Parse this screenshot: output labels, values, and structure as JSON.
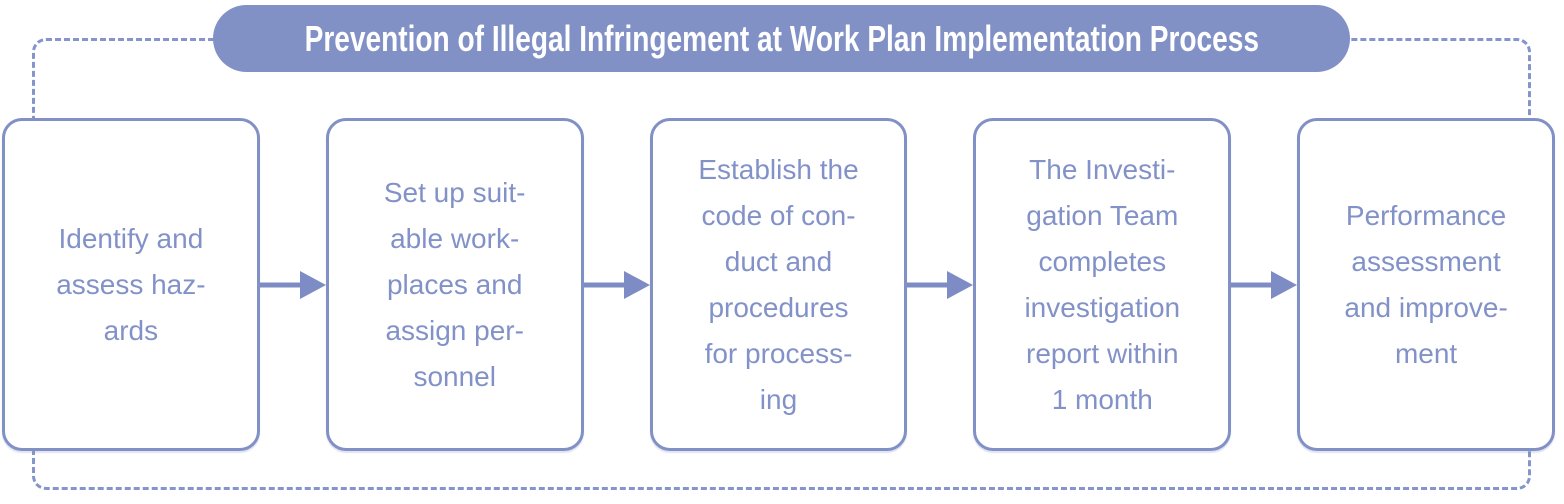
{
  "title": "Prevention of Illegal Infringement at Work Plan Implementation Process",
  "colors": {
    "pill_background": "#8191C6",
    "title_text": "#FFFFFF",
    "box_border": "#8190C5",
    "box_text": "#8292C8",
    "dashed_frame": "#8495CB",
    "arrow": "#7D8CC4",
    "background": "#FFFFFF"
  },
  "steps": [
    {
      "text": "Identify and\nassess haz-\nards"
    },
    {
      "text": "Set up suit-\nable work-\nplaces and\nassign per-\nsonnel"
    },
    {
      "text": "Establish the\ncode of con-\nduct and\nprocedures\nfor process-\ning"
    },
    {
      "text": "The Investi-\ngation Team\ncompletes\ninvestigation\nreport within\n1 month"
    },
    {
      "text": "Performance\nassessment\nand improve-\nment"
    }
  ]
}
